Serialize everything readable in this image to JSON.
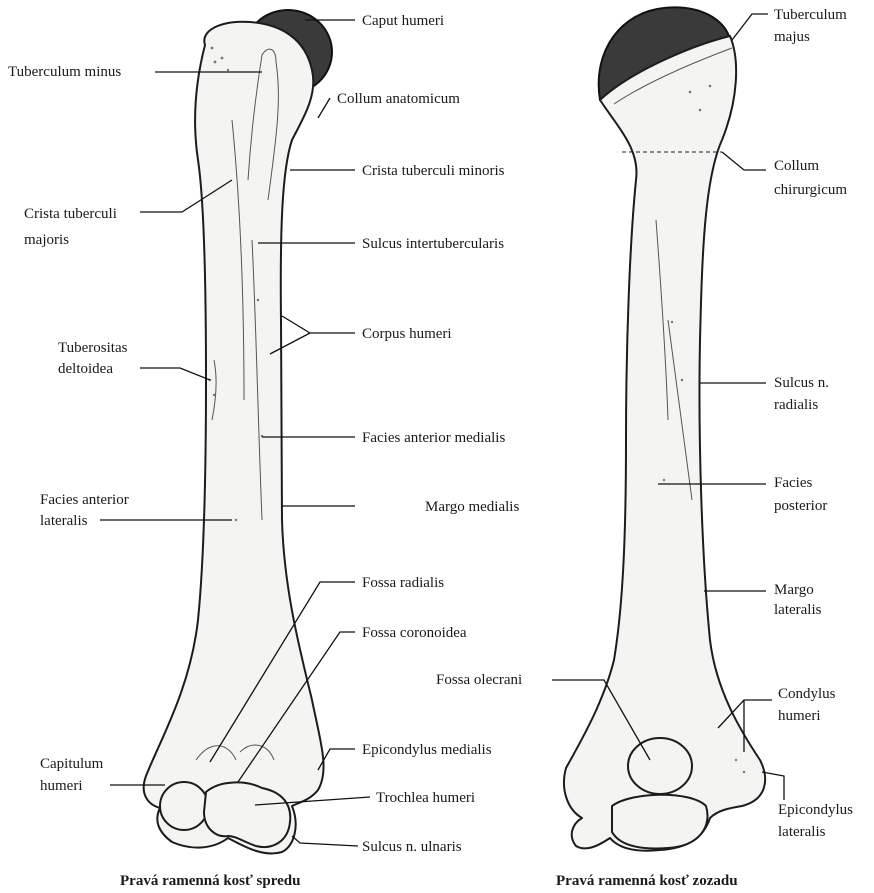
{
  "anterior_labels": {
    "caput_humeri": "Caput humeri",
    "tuberculum_minus": "Tuberculum minus",
    "collum_anatomicum": "Collum anatomicum",
    "crista_tuberculi_minoris": "Crista tuberculi minoris",
    "crista_tuberculi_majoris_1": "Crista tuberculi",
    "crista_tuberculi_majoris_2": "majoris",
    "sulcus_intertubercularis": "Sulcus intertubercularis",
    "corpus_humeri": "Corpus humeri",
    "tuberositas_deltoidea_1": "Tuberositas",
    "tuberositas_deltoidea_2": "deltoidea",
    "facies_anterior_medialis": "Facies anterior medialis",
    "facies_anterior_lateralis_1": "Facies anterior",
    "facies_anterior_lateralis_2": "lateralis",
    "margo_medialis": "Margo medialis",
    "fossa_radialis": "Fossa radialis",
    "fossa_coronoidea": "Fossa coronoidea",
    "capitulum_humeri_1": "Capitulum",
    "capitulum_humeri_2": "humeri",
    "epicondylus_medialis": "Epicondylus medialis",
    "trochlea_humeri": "Trochlea humeri",
    "sulcus_n_ulnaris": "Sulcus n. ulnaris"
  },
  "posterior_labels": {
    "tuberculum_majus_1": "Tuberculum",
    "tuberculum_majus_2": "majus",
    "collum_chirurgicum_1": "Collum",
    "collum_chirurgicum_2": "chirurgicum",
    "sulcus_n_radialis_1": "Sulcus n.",
    "sulcus_n_radialis_2": "radialis",
    "facies_posterior_1": "Facies",
    "facies_posterior_2": "posterior",
    "margo_lateralis_1": "Margo",
    "margo_lateralis_2": "lateralis",
    "fossa_olecrani": "Fossa olecrani",
    "condylus_humeri_1": "Condylus",
    "condylus_humeri_2": "humeri",
    "epicondylus_lateralis_1": "Epicondylus",
    "epicondylus_lateralis_2": "lateralis"
  },
  "captions": {
    "anterior": "Pravá ramenná kosť spredu",
    "posterior": "Pravá ramenná kosť zozadu"
  }
}
